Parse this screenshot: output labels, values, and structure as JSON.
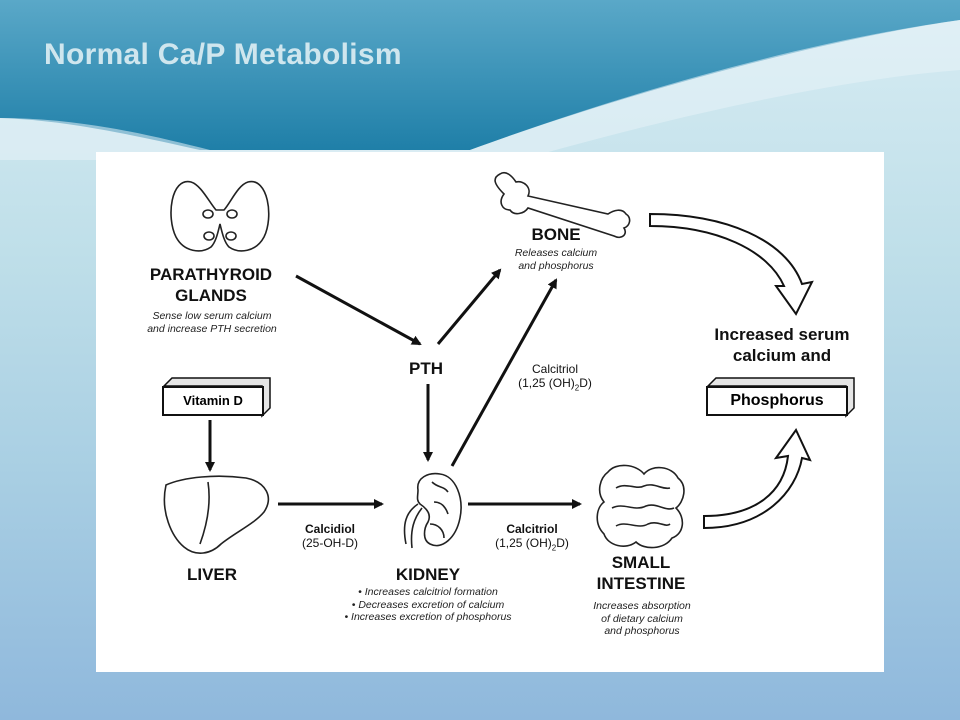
{
  "slide": {
    "title": "Normal Ca/P Metabolism"
  },
  "diagram": {
    "parathyroid": {
      "label_line1": "PARATHYROID",
      "label_line2": "GLANDS",
      "note_line1": "Sense low serum calcium",
      "note_line2": "and increase PTH secretion"
    },
    "pth": "PTH",
    "bone": {
      "label": "BONE",
      "note_line1": "Releases calcium",
      "note_line2": "and phosphorus"
    },
    "vitamin_d": "Vitamin D",
    "liver": "LIVER",
    "calcidiol": {
      "name": "Calcidiol",
      "formula": "(25-OH-D)"
    },
    "kidney": {
      "label": "KIDNEY",
      "bullets": [
        "• Increases calcitriol formation",
        "• Decreases excretion of calcium",
        "• Increases excretion of phosphorus"
      ]
    },
    "calcitriol_bone": {
      "name": "Calcitriol",
      "formula_pre": "(1,25 (OH)",
      "formula_sub": "2",
      "formula_post": "D)"
    },
    "calcitriol_intestine": {
      "name": "Calcitriol",
      "formula_pre": "(1,25 (OH)",
      "formula_sub": "2",
      "formula_post": "D)"
    },
    "intestine": {
      "label_line1": "SMALL",
      "label_line2": "INTESTINE",
      "note_line1": "Increases absorption",
      "note_line2": "of dietary calcium",
      "note_line3": "and phosphorus"
    },
    "result": {
      "line1": "Increased serum",
      "line2": "calcium and",
      "box": "Phosphorus"
    }
  }
}
